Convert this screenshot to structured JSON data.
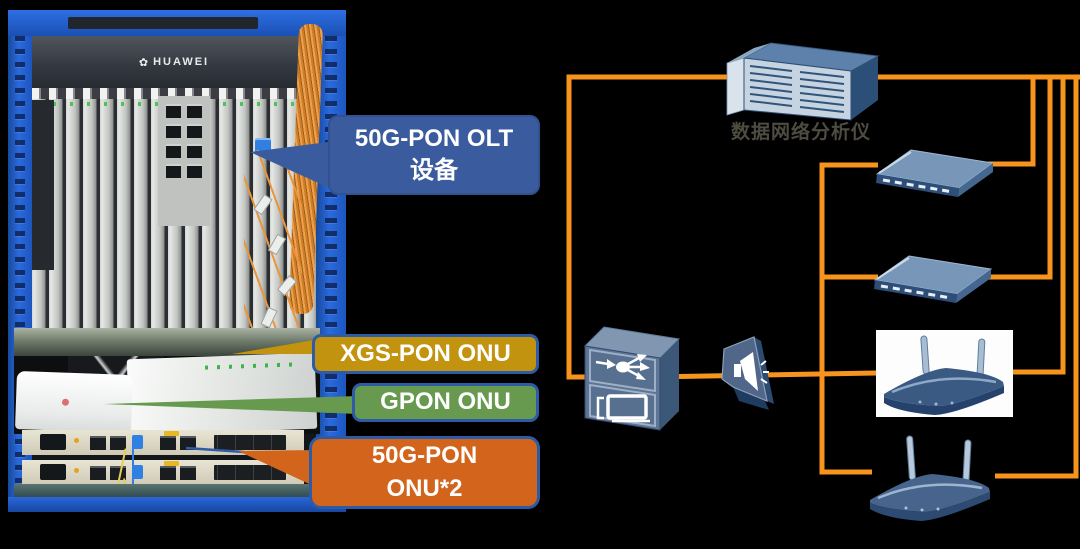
{
  "background_color": "#000000",
  "accent_line_color": "#f7941d",
  "rack": {
    "brand": "HUAWEI",
    "logo_icon": "huawei-flower-icon",
    "frame_color": "#2a6ade"
  },
  "labels": {
    "olt": {
      "line1": "50G-PON OLT",
      "line2": "设备",
      "color": "#3a5c9e"
    },
    "xgs_onu": {
      "text": "XGS-PON ONU",
      "color": "#c2930f"
    },
    "gpon_onu": {
      "text": "GPON ONU",
      "color": "#679a4e"
    },
    "onu2": {
      "line1": "50G-PON",
      "line2": "ONU*2",
      "color": "#d2641c"
    }
  },
  "diagram": {
    "analyzer_label": "数据网络分析仪",
    "icons": [
      "network-analyzer-chassis-icon",
      "olt-node-icon",
      "optical-splitter-icon",
      "ethernet-switch-icon",
      "ethernet-switch-icon",
      "wireless-router-icon",
      "wireless-router-icon"
    ]
  }
}
